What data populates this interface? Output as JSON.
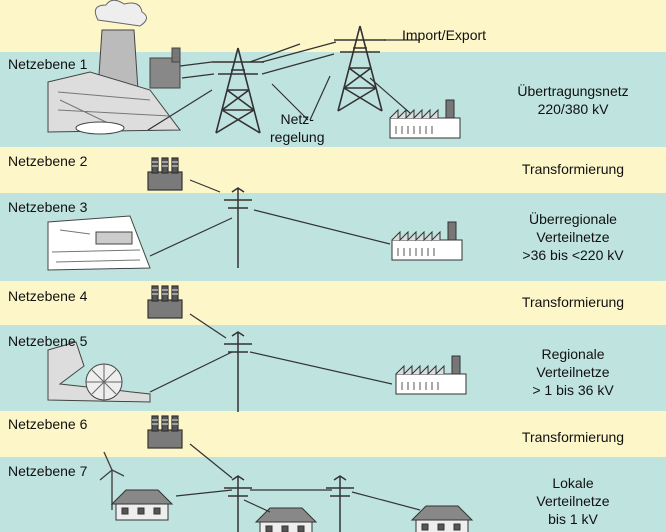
{
  "levels": [
    {
      "name": "Netzebene 1",
      "desc": [
        "Übertragungsnetz",
        "220/380 kV"
      ]
    },
    {
      "name": "Netzebene 2",
      "desc": [
        "Transformierung"
      ]
    },
    {
      "name": "Netzebene 3",
      "desc": [
        "Überregionale",
        "Verteilnetze",
        ">36 bis <220 kV"
      ]
    },
    {
      "name": "Netzebene 4",
      "desc": [
        "Transformierung"
      ]
    },
    {
      "name": "Netzebene 5",
      "desc": [
        "Regionale",
        "Verteilnetze",
        "> 1 bis 36 kV"
      ]
    },
    {
      "name": "Netzebene 6",
      "desc": [
        "Transformierung"
      ]
    },
    {
      "name": "Netzebene 7",
      "desc": [
        "Lokale",
        "Verteilnetze",
        "bis 1 kV"
      ]
    }
  ],
  "annotations": {
    "import_export": "Import/Export",
    "netzregelung": [
      "Netz-",
      "regelung"
    ]
  }
}
